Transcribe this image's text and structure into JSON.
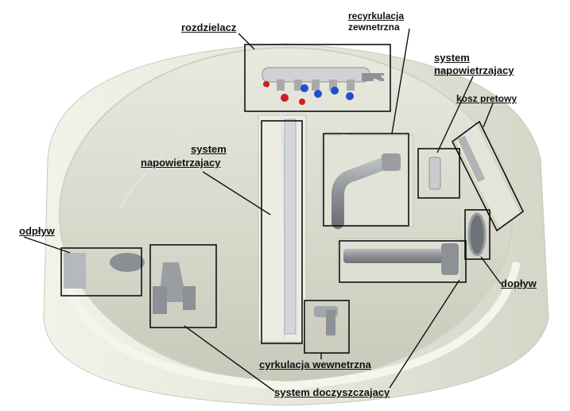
{
  "labels": {
    "rozdzielacz": "rozdzielacz",
    "recyrkulacja_line1": "recyrkulacja",
    "recyrkulacja_line2": "zewnetrzna",
    "system_napow_right_line1": "system",
    "system_napow_right_line2": "napowietrzajacy",
    "kosz": "kosz pretowy",
    "system_napow_left_line1": "system",
    "system_napow_left_line2": "napowietrzajacy",
    "odplyw": "odpływ",
    "doplyw": "dopływ",
    "cyrkulacja": "cyrkulacja wewnetrzna",
    "doczyszczajacy": "system doczyszczajacy"
  },
  "colors": {
    "tank_outer": "#e6e6da",
    "tank_inner": "#d9d9cc",
    "pipe_gray": "#9a9ea3",
    "frame_line": "#111111",
    "valve_red": "#cc1f1f",
    "valve_blue": "#1f4fd0"
  }
}
